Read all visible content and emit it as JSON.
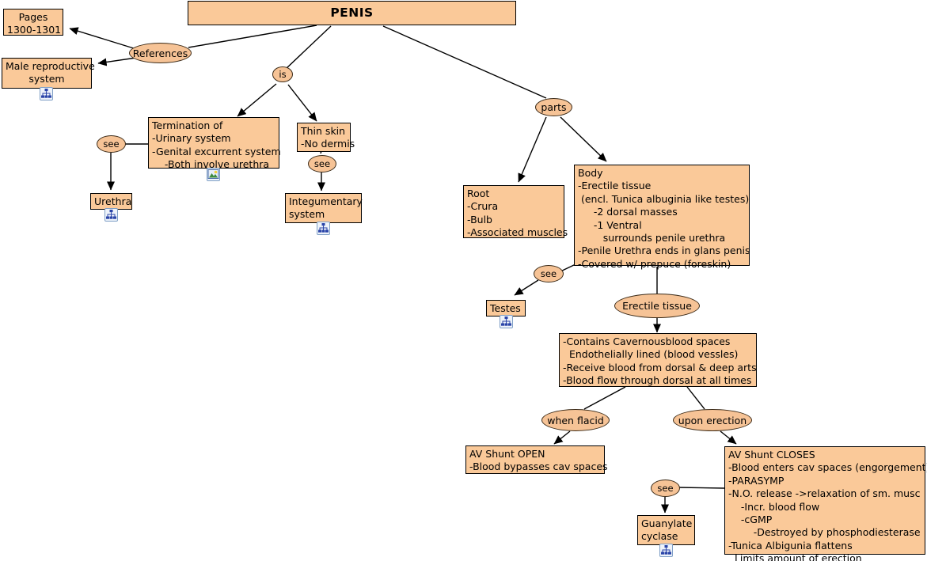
{
  "map": {
    "title": "PENIS",
    "background": "#ffffff",
    "node_fill": "#fac999",
    "oval_fill": "#f6c396",
    "border_color": "#000000",
    "icon_border": "#7f9fc6"
  },
  "nodes": {
    "title": {
      "label": "PENIS"
    },
    "pages": {
      "label": "Pages\n1300-1301"
    },
    "male_reproductive_system": {
      "label": "Male reproductive\nsystem",
      "icon": "node-tree-icon"
    },
    "termination_of": {
      "label": "Termination of\n-Urinary system\n-Genital excurrent system\n    -Both involve urethra",
      "icon": "picture-icon"
    },
    "urethra": {
      "label": "Urethra",
      "icon": "node-tree-icon"
    },
    "thin_skin": {
      "label": "Thin skin\n-No dermis"
    },
    "integumentary_system": {
      "label": "Integumentary\nsystem",
      "icon": "node-tree-icon"
    },
    "root": {
      "label": "Root\n-Crura\n-Bulb\n-Associated muscles"
    },
    "body": {
      "label": "Body\n-Erectile tissue\n (encl. Tunica albuginia like testes)\n     -2 dorsal masses\n     -1 Ventral\n        surrounds penile urethra\n-Penile Urethra ends in glans penis\n-Covered w/ prepuce (foreskin)"
    },
    "testes": {
      "label": "Testes",
      "icon": "node-tree-icon"
    },
    "cavernous_spaces": {
      "label": "-Contains Cavernousblood spaces\n  Endothelially lined (blood vessles)\n-Receive blood from dorsal & deep arts\n-Blood flow through dorsal at all times"
    },
    "av_shunt_open": {
      "label": "AV Shunt OPEN\n-Blood bypasses cav spaces"
    },
    "av_shunt_closes": {
      "label": "AV Shunt CLOSES\n-Blood enters cav spaces (engorgement)\n-PARASYMP\n-N.O. release ->relaxation of sm. musc\n    -Incr. blood flow\n    -cGMP\n        -Destroyed by phosphodiesterase\n-Tunica Albigunia flattens\n  Limits amount of erection"
    },
    "guanylate_cyclase": {
      "label": "Guanylate\ncyclase",
      "icon": "node-tree-icon"
    }
  },
  "links": {
    "references": {
      "label": "References"
    },
    "is": {
      "label": "is"
    },
    "parts": {
      "label": "parts"
    },
    "see_urethra": {
      "label": "see"
    },
    "see_integumentary": {
      "label": "see"
    },
    "see_testes": {
      "label": "see"
    },
    "erectile_tissue": {
      "label": "Erectile tissue"
    },
    "when_flacid": {
      "label": "when flacid"
    },
    "upon_erection": {
      "label": "upon erection"
    },
    "see_guanylate": {
      "label": "see"
    }
  }
}
